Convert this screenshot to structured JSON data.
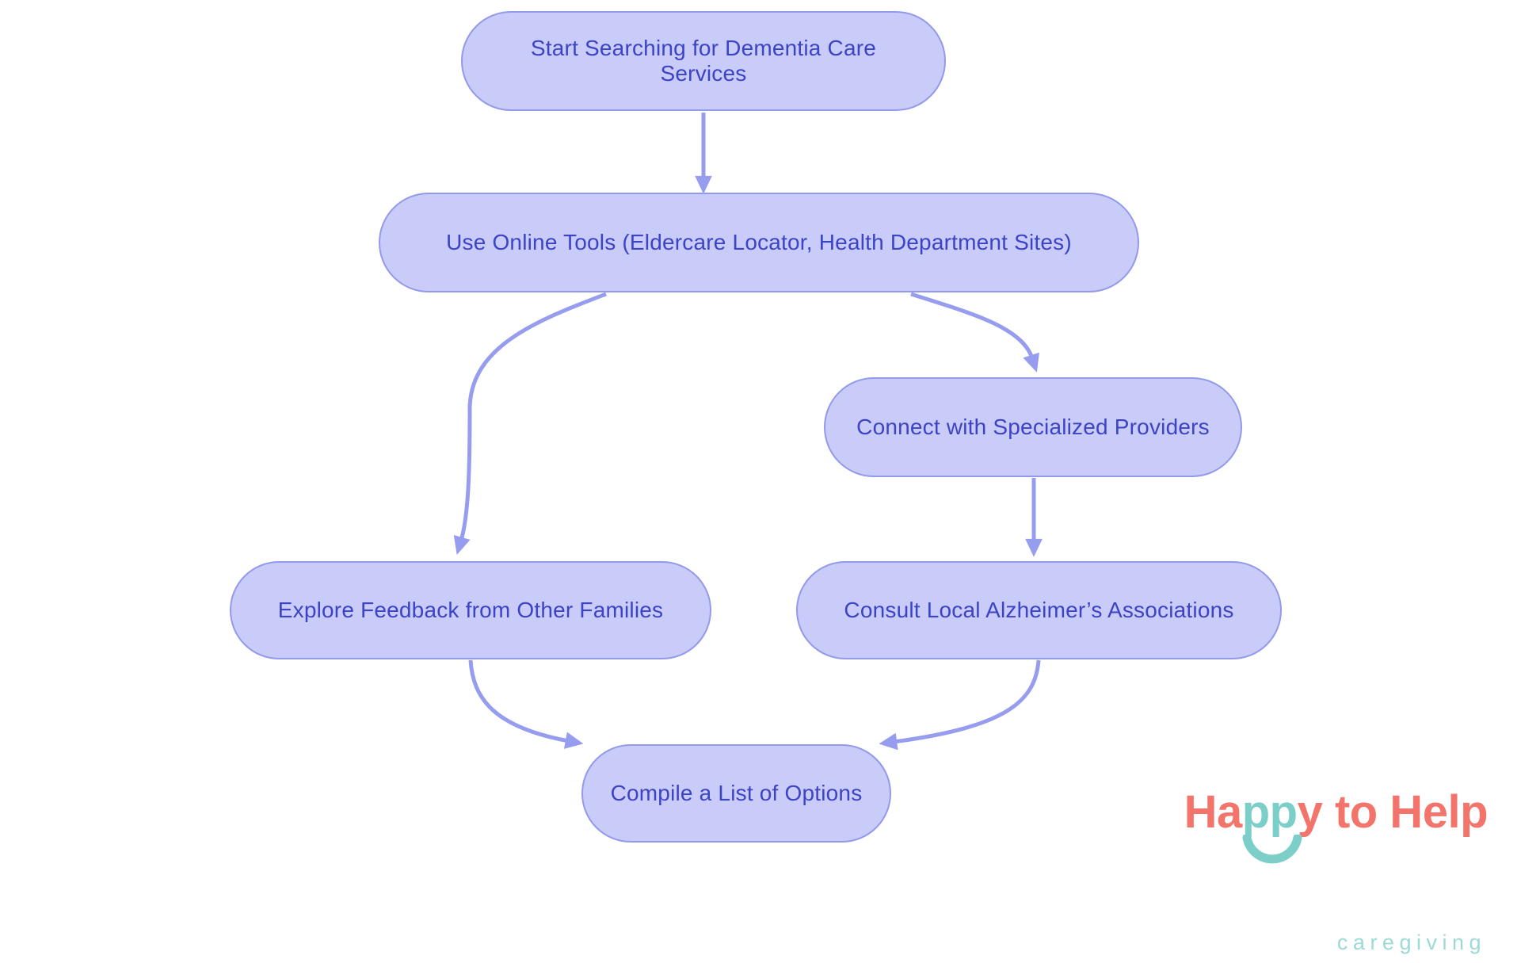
{
  "diagram": {
    "nodes": [
      {
        "id": "start-searching",
        "label": "Start Searching for Dementia Care Services"
      },
      {
        "id": "use-online-tools",
        "label": "Use Online Tools (Eldercare Locator, Health Department Sites)"
      },
      {
        "id": "connect-providers",
        "label": "Connect with Specialized Providers"
      },
      {
        "id": "explore-feedback",
        "label": "Explore Feedback from Other Families"
      },
      {
        "id": "consult-associations",
        "label": "Consult Local Alzheimer’s Associations"
      },
      {
        "id": "compile-list",
        "label": "Compile a List of Options"
      }
    ],
    "edges": [
      {
        "from": "start-searching",
        "to": "use-online-tools"
      },
      {
        "from": "use-online-tools",
        "to": "explore-feedback"
      },
      {
        "from": "use-online-tools",
        "to": "connect-providers"
      },
      {
        "from": "connect-providers",
        "to": "consult-associations"
      },
      {
        "from": "explore-feedback",
        "to": "compile-list"
      },
      {
        "from": "consult-associations",
        "to": "compile-list"
      }
    ],
    "colors": {
      "node_fill": "#c9cbf8",
      "node_border": "#9399eb",
      "node_text": "#3c43c4",
      "arrow": "#979dee",
      "background": "#ffffff"
    }
  },
  "logo": {
    "part_ha": "Ha",
    "part_pp": "pp",
    "part_rest": "y to Help",
    "subtitle": "caregiving",
    "coral": "#f2746b",
    "teal": "#7ccfc9",
    "subtitle_color": "#9cdad5"
  }
}
